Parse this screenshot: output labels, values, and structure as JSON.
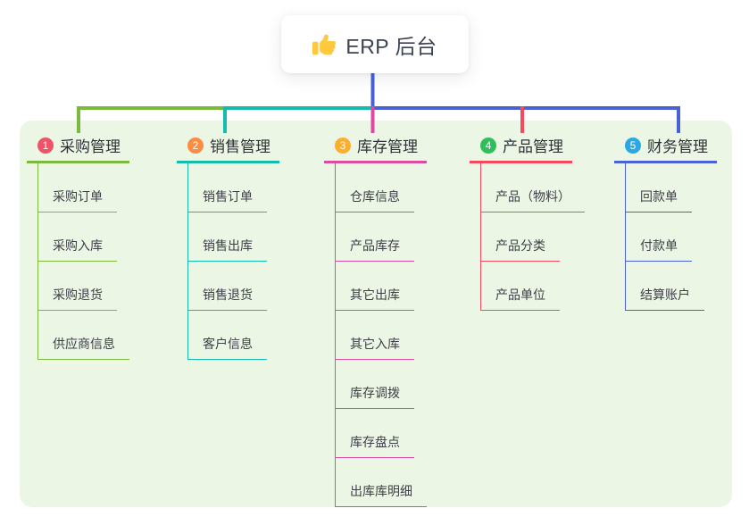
{
  "root": {
    "title": "ERP 后台",
    "icon": "thumbs-up-icon",
    "icon_color": "#FFC83D"
  },
  "canvas": {
    "background": "#FFFFFF",
    "panel_bg": "#EBF6E5",
    "root_connector_color": "#4A61D4"
  },
  "branches": [
    {
      "index": "1",
      "title": "采购管理",
      "badge_color": "#EE5466",
      "line_color": "#7CB93F",
      "children": [
        "采购订单",
        "采购入库",
        "采购退货",
        "供应商信息"
      ]
    },
    {
      "index": "2",
      "title": "销售管理",
      "badge_color": "#FB8C41",
      "line_color": "#16BCA9",
      "children": [
        "销售订单",
        "销售出库",
        "销售退货",
        "客户信息"
      ]
    },
    {
      "index": "3",
      "title": "库存管理",
      "badge_color": "#FCAE2C",
      "line_color": "#DD4AA1",
      "children": [
        "仓库信息",
        "产品库存",
        "其它出库",
        "其它入库",
        "库存调拨",
        "库存盘点",
        "出库库明细"
      ]
    },
    {
      "index": "4",
      "title": "产品管理",
      "badge_color": "#2EBE5B",
      "line_color": "#F8485E",
      "children": [
        "产品（物料）",
        "产品分类",
        "产品单位"
      ]
    },
    {
      "index": "5",
      "title": "财务管理",
      "badge_color": "#2BA8E0",
      "line_color": "#4A61D4",
      "children": [
        "回款单",
        "付款单",
        "结算账户"
      ]
    }
  ]
}
